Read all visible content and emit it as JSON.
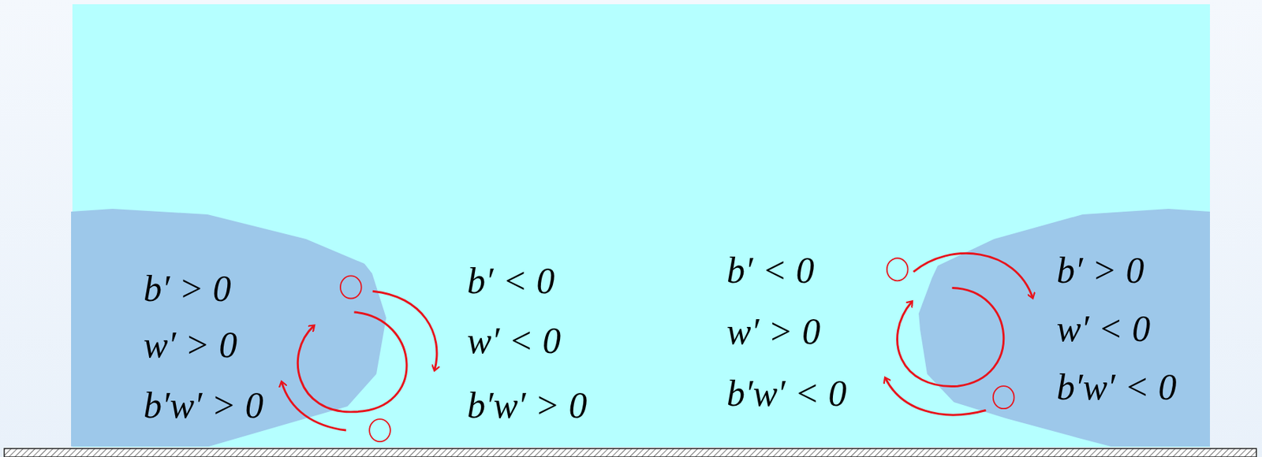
{
  "diagram": {
    "nodes": [
      {
        "text": [
          "b′ > 0",
          "w′ > 0",
          "b′w′ > 0"
        ]
      },
      {
        "text": [
          "b′ > 0",
          "w′ < 0",
          "b′w′ < 0"
        ]
      }
    ],
    "labels": [
      "b′ < 0",
      "w′ < 0",
      "b′w′ > 0",
      "b′ < 0",
      "w′ > 0",
      "b′w′ < 0"
    ]
  }
}
